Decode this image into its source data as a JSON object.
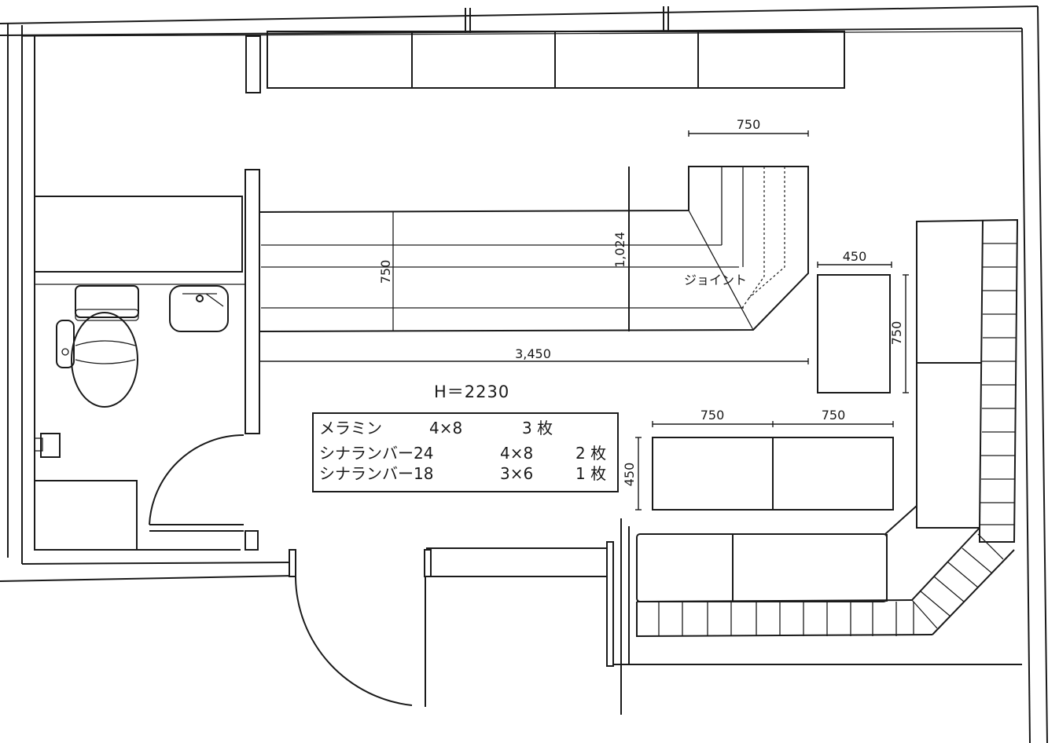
{
  "dimensions": {
    "top_width": "750",
    "counter_depth": "750",
    "counter_overall": "1,024",
    "counter_length": "3,450",
    "island_width": "450",
    "island_depth": "750",
    "box_a_width": "750",
    "box_b_width": "750",
    "box_depth": "450"
  },
  "labels": {
    "joint": "ジョイント",
    "height": "H＝2230"
  },
  "materials": [
    {
      "name": "メラミン",
      "size": "4×8",
      "qty": "3 枚"
    },
    {
      "name": "シナランバー24",
      "size": "4×8",
      "qty": "2 枚"
    },
    {
      "name": "シナランバー18",
      "size": "3×6",
      "qty": "1 枚"
    }
  ]
}
